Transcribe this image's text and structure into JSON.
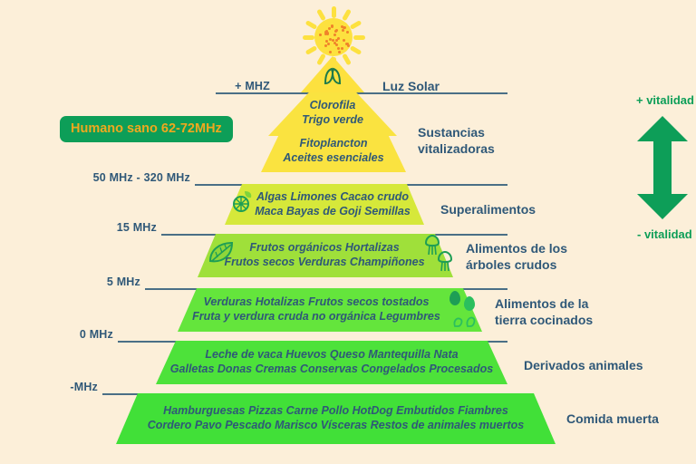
{
  "theme": {
    "background": "#fcefd9",
    "text_blue": "#2f5878",
    "accent_green": "#0d9e58",
    "badge_text": "#f0a81e",
    "axis_line": "#4a6f86",
    "sun_yellow": "#fde13f"
  },
  "sun": {
    "icon": "sun-icon"
  },
  "badge": {
    "label": "Humano sano 62-72MHz"
  },
  "axis": {
    "labels": [
      {
        "text": "+ MHZ"
      },
      {
        "text": "50  MHz - 320  MHz"
      },
      {
        "text": "15 MHz"
      },
      {
        "text": "5 MHz"
      },
      {
        "text": "0 MHz"
      },
      {
        "text": "-MHz"
      }
    ]
  },
  "vitality": {
    "top_label": "+ vitalidad",
    "bottom_label": "- vitalidad",
    "arrow": "double-arrow-vertical-icon"
  },
  "tiers": [
    {
      "id": "luz-solar",
      "lines": [
        "Luz Solar"
      ],
      "category": "Luz Solar",
      "color": "#fde13f",
      "icon": "leaf-icon"
    },
    {
      "id": "sustancias-vitalizadoras",
      "lines": [
        "Clorofila",
        "Trigo verde",
        "Fitoplancton",
        "Aceites esenciales"
      ],
      "category_lines": [
        "Sustancias",
        "vitalizadoras"
      ],
      "color": "#fae340"
    },
    {
      "id": "superalimentos",
      "lines": [
        "Algas Limones Cacao crudo",
        "Maca Bayas de Goji Semillas"
      ],
      "category_lines": [
        "Superalimentos"
      ],
      "color": "#d6e83a",
      "icon": "lemon-leaf-icon"
    },
    {
      "id": "alimentos-arboles-crudos",
      "lines": [
        "Frutos orgánicos Hortalizas",
        "Frutos secos  Verduras Champiñones"
      ],
      "category_lines": [
        "Alimentos de los",
        "árboles crudos"
      ],
      "color": "#9fe03a",
      "icon": "leaf-sprig-icon",
      "icon_right": "broccoli-icon"
    },
    {
      "id": "alimentos-tierra-cocinados",
      "lines": [
        "Verduras Hotalizas Frutos secos tostados",
        "Fruta y verdura cruda no orgánica Legumbres"
      ],
      "category_lines": [
        "Alimentos de la",
        "tierra cocinados"
      ],
      "color": "#64e53c",
      "icon_right": "avocado-icon"
    },
    {
      "id": "derivados-animales",
      "lines": [
        "Leche de vaca Huevos Queso Mantequilla Nata",
        "Galletas Donas Cremas Conservas Congelados Procesados"
      ],
      "category_lines": [
        "Derivados animales"
      ],
      "color": "#4de23a"
    },
    {
      "id": "comida-muerta",
      "lines": [
        "Hamburguesas Pizzas Carne Pollo HotDog Embutidos Fiambres",
        "Cordero Pavo Pescado Marisco Vísceras Restos de animales muertos"
      ],
      "category_lines": [
        "Comida muerta"
      ],
      "color": "#41e038"
    }
  ]
}
